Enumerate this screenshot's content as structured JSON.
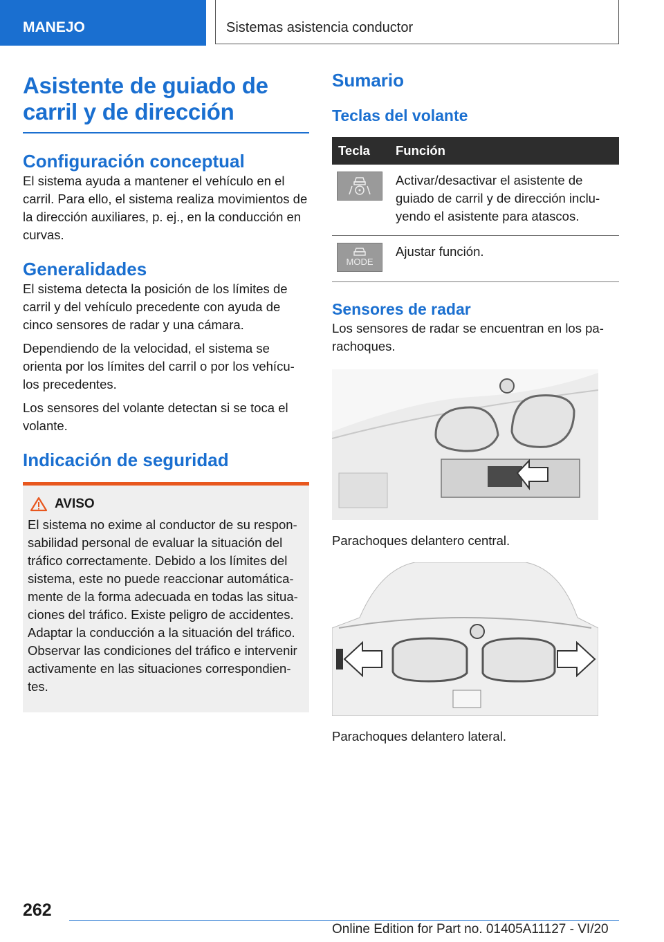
{
  "header": {
    "section": "MANEJO",
    "chapter": "Sistemas asistencia conductor"
  },
  "left": {
    "title": "Asistente de guiado de carril y de dirección",
    "concept_heading": "Configuración conceptual",
    "concept_text": "El sistema ayuda a mantener el vehículo en el carril. Para ello, el sistema realiza movimientos de la dirección auxiliares, p. ej., en la conducción en curvas.",
    "general_heading": "Generalidades",
    "general_p1": "El sistema detecta la posición de los límites de carril y del vehículo precedente con ayuda de cinco sensores de radar y una cámara.",
    "general_p2": "Dependiendo de la velocidad, el sistema se orienta por los límites del carril o por los vehícu-los precedentes.",
    "general_p3": "Los sensores del volante detectan si se toca el volante.",
    "safety_heading": "Indicación de seguridad",
    "warning_title": "AVISO",
    "warning_text": "El sistema no exime al conductor de su respon-sabilidad personal de evaluar la situación del tráfico correctamente. Debido a los límites del sistema, este no puede reaccionar automática-mente de la forma adecuada en todas las situa-ciones del tráfico. Existe peligro de accidentes. Adaptar la conducción a la situación del tráfico. Observar las condiciones del tráfico e intervenir activamente en las situaciones correspondien-tes."
  },
  "right": {
    "summary_heading": "Sumario",
    "keys_heading": "Teclas del volante",
    "table_headers": [
      "Tecla",
      "Función"
    ],
    "rows": [
      {
        "icon": "lane-assist-key-icon",
        "function": "Activar/desactivar el asistente de guiado de carril y de dirección inclu-yendo el asistente para atascos."
      },
      {
        "icon": "mode-key-icon",
        "key_label": "MODE",
        "function": "Ajustar función."
      }
    ],
    "radar_heading": "Sensores de radar",
    "radar_text": "Los sensores de radar se encuentran en los pa-rachoques.",
    "fig1_caption": "Parachoques delantero central.",
    "fig2_caption": "Parachoques delantero lateral."
  },
  "footer": {
    "page": "262",
    "edition": "Online Edition for Part no. 01405A11127 - VI/20"
  }
}
